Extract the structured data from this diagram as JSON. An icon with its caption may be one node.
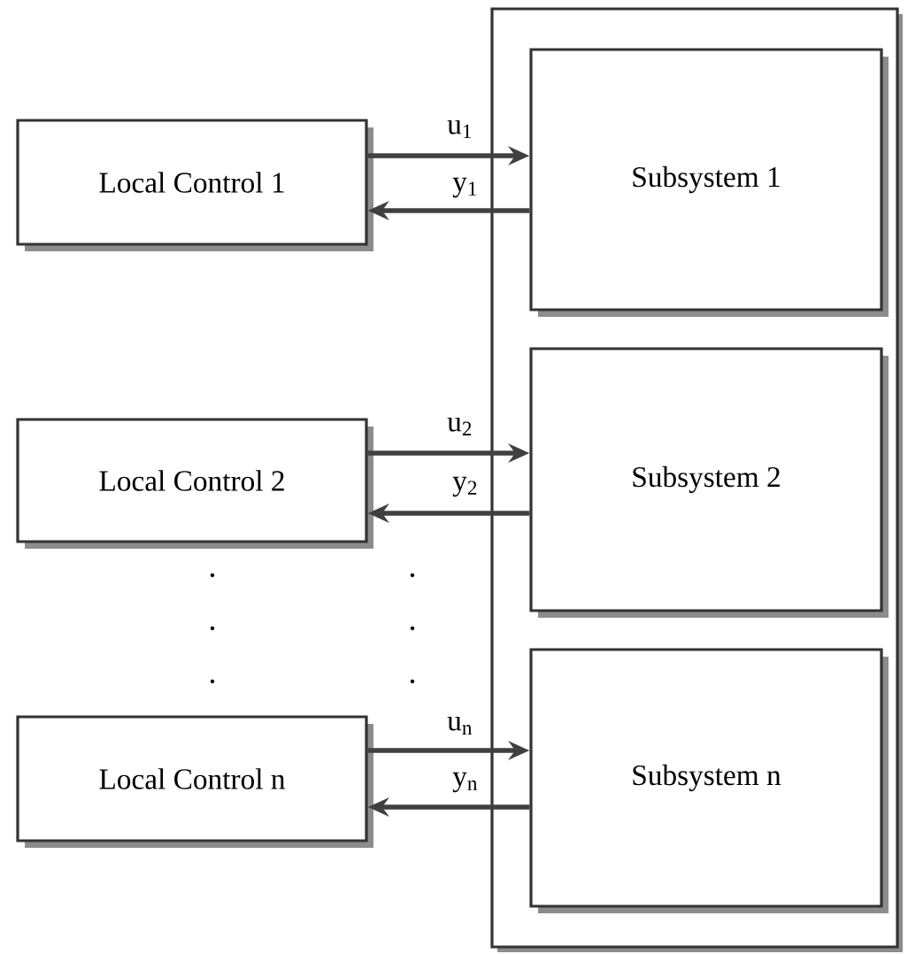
{
  "diagram": {
    "nodes": [
      {
        "text": [],
        "shape": "box"
      },
      {
        "text": [
          "Subsystem 1"
        ],
        "in": 0
      },
      {
        "text": [
          "Subsystem 2"
        ],
        "in": 0
      },
      {
        "text": [
          "Subsystem n"
        ],
        "in": 0
      },
      {
        "text": [
          "Local Control 1"
        ]
      },
      {
        "text": [
          "Local Control 2"
        ]
      },
      {
        "text": [
          "Local Control n"
        ]
      }
    ],
    "edges": [
      {
        "from": 4,
        "to": 1,
        "arrow": "to",
        "label": "u$_{1}$"
      },
      {
        "from": 1,
        "to": 4,
        "arrow": "to",
        "label": "y$_{1}$"
      },
      {
        "from": 5,
        "to": 2,
        "arrow": "to",
        "label": "u$_{2}$"
      },
      {
        "from": 2,
        "to": 5,
        "arrow": "to",
        "label": "y$_{2}$"
      },
      {
        "from": 6,
        "to": 3,
        "arrow": "to",
        "label": "u$_{n}$"
      },
      {
        "from": 3,
        "to": 6,
        "arrow": "to",
        "label": "y$_{n}$"
      }
    ]
  }
}
